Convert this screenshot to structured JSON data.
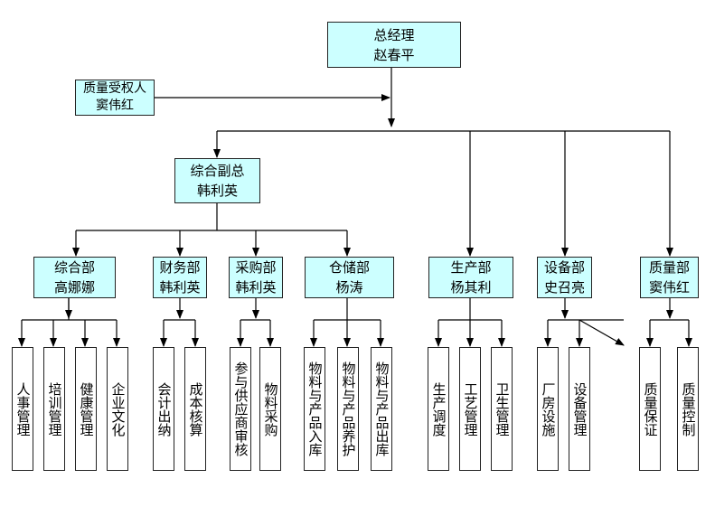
{
  "top": {
    "title": "总经理",
    "name": "赵春平"
  },
  "quality_delegate": {
    "title": "质量受权人",
    "name": "窦伟红"
  },
  "deputy": {
    "title": "综合副总",
    "name": "韩利英"
  },
  "departments": [
    {
      "title": "综合部",
      "name": "高娜娜",
      "units": [
        "人事管理",
        "培训管理",
        "健康管理",
        "企业文化"
      ]
    },
    {
      "title": "财务部",
      "name": "韩利英",
      "units": [
        "会计出纳",
        "成本核算"
      ]
    },
    {
      "title": "采购部",
      "name": "韩利英",
      "units": [
        "参与供应商审核",
        "物料采购"
      ]
    },
    {
      "title": "仓储部",
      "name": "杨涛",
      "units": [
        "物料与产品入库",
        "物料与产品养护",
        "物料与产品出库"
      ]
    },
    {
      "title": "生产部",
      "name": "杨其利",
      "units": [
        "生产调度",
        "工艺管理",
        "卫生管理"
      ]
    },
    {
      "title": "设备部",
      "name": "史召亮",
      "units": [
        "厂房设施",
        "设备管理"
      ]
    },
    {
      "title": "质量部",
      "name": "窦伟红",
      "units": [
        "质量保证",
        "质量控制"
      ]
    }
  ]
}
